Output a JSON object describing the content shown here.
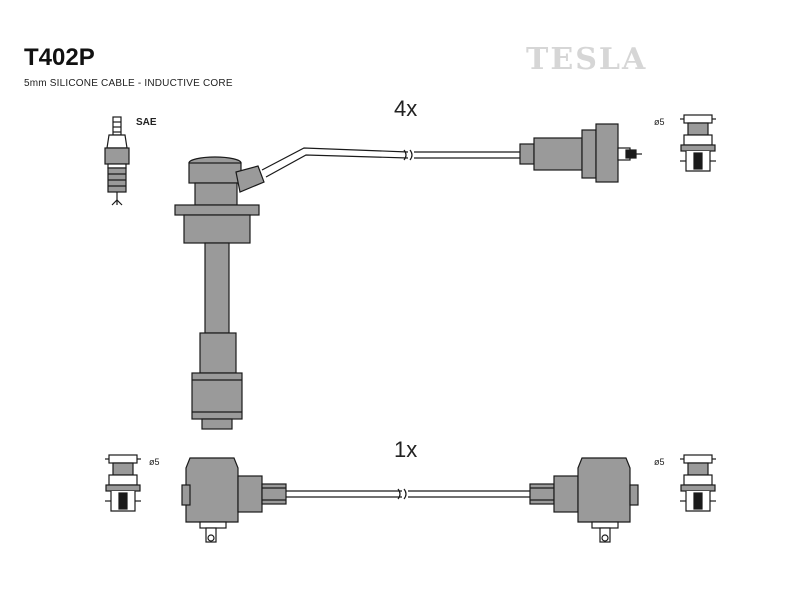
{
  "header": {
    "part_number": "T402P",
    "description": "5mm SILICONE CABLE - INDUCTIVE CORE",
    "brand": "TESLA"
  },
  "labels": {
    "spark_plug_standard": "SAE",
    "top_quantity": "4x",
    "bottom_quantity": "1x",
    "diameter_top_right": "ø5",
    "diameter_bottom_left": "ø5",
    "diameter_bottom_right": "ø5"
  },
  "colors": {
    "part_fill": "#9a9a9a",
    "outline": "#1a1a1a",
    "brand": "#d6d6d6"
  }
}
